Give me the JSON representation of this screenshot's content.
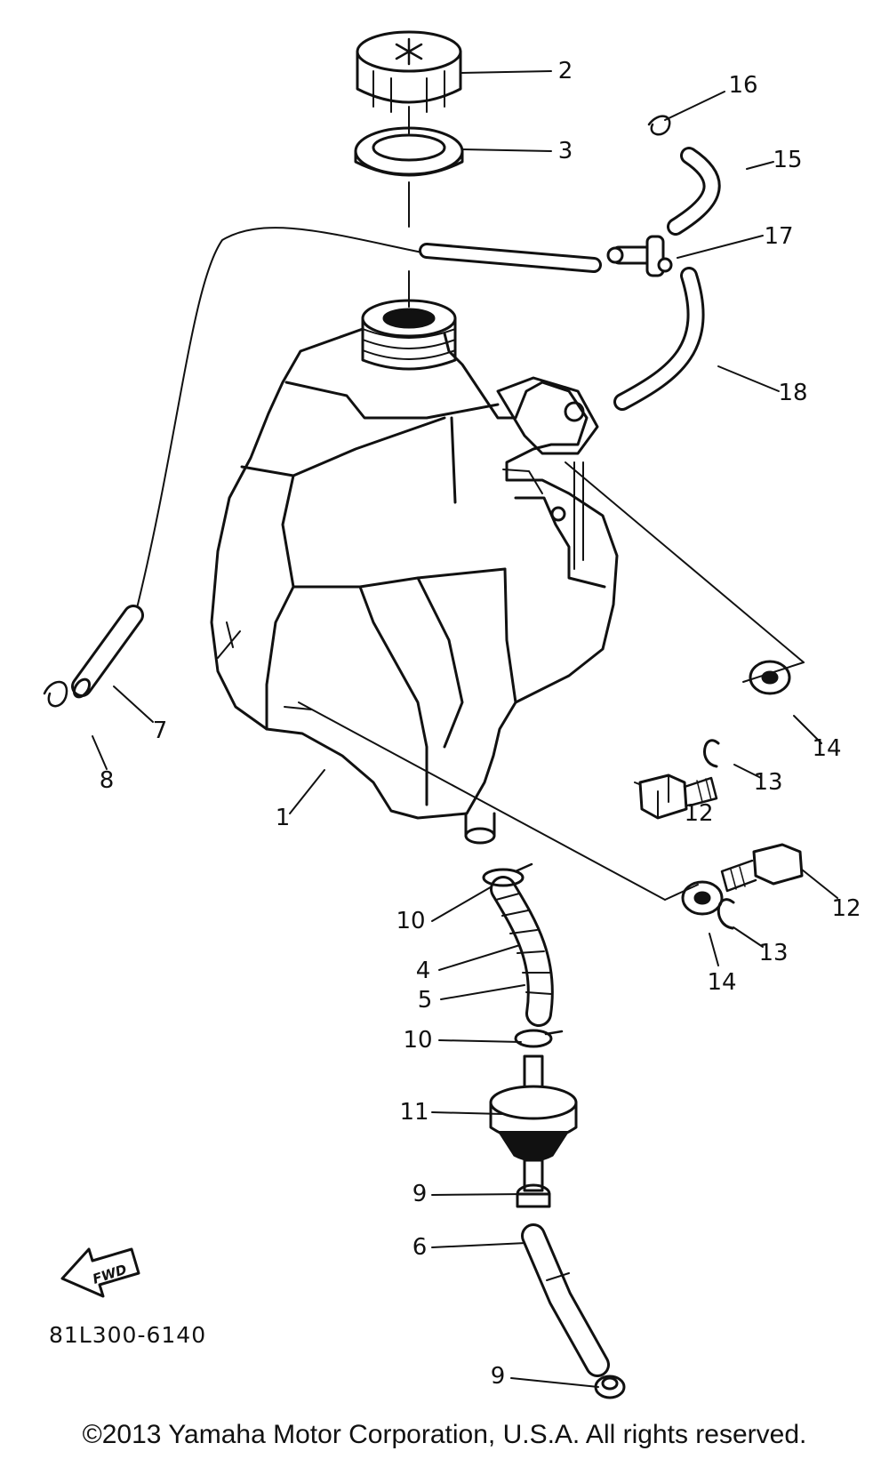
{
  "diagram": {
    "drawing_code": "81L300-6140",
    "copyright": "©2013 Yamaha Motor Corporation, U.S.A. All rights reserved.",
    "forward_arrow_label": "FWD",
    "callouts": [
      {
        "id": "c1",
        "label": "1"
      },
      {
        "id": "c2",
        "label": "2"
      },
      {
        "id": "c3",
        "label": "3"
      },
      {
        "id": "c4",
        "label": "4"
      },
      {
        "id": "c5",
        "label": "5"
      },
      {
        "id": "c6",
        "label": "6"
      },
      {
        "id": "c7",
        "label": "7"
      },
      {
        "id": "c8",
        "label": "8"
      },
      {
        "id": "c9a",
        "label": "9"
      },
      {
        "id": "c9b",
        "label": "9"
      },
      {
        "id": "c10a",
        "label": "10"
      },
      {
        "id": "c10b",
        "label": "10"
      },
      {
        "id": "c11",
        "label": "11"
      },
      {
        "id": "c12a",
        "label": "12"
      },
      {
        "id": "c12b",
        "label": "12"
      },
      {
        "id": "c13a",
        "label": "13"
      },
      {
        "id": "c13b",
        "label": "13"
      },
      {
        "id": "c14a",
        "label": "14"
      },
      {
        "id": "c14b",
        "label": "14"
      },
      {
        "id": "c15",
        "label": "15"
      },
      {
        "id": "c16",
        "label": "16"
      },
      {
        "id": "c17",
        "label": "17"
      },
      {
        "id": "c18",
        "label": "18"
      }
    ]
  }
}
